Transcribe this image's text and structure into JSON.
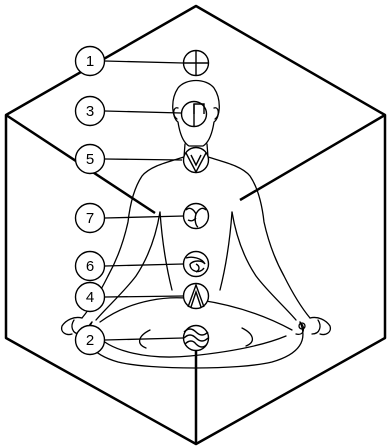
{
  "labels": {
    "crown": "1",
    "third_eye": "3",
    "throat": "5",
    "heart": "7",
    "solar_plexus": "6",
    "sacral": "4",
    "root": "2"
  },
  "colors": {
    "stroke": "#000000",
    "background": "#ffffff"
  },
  "icons": {
    "crown": "circle-cross-icon",
    "third_eye": "circle-corner-icon",
    "throat": "circle-v-icon",
    "heart": "circle-swirl-icon",
    "solar_plexus": "circle-crescent-icon",
    "sacral": "circle-a-icon",
    "root": "circle-waves-icon"
  }
}
